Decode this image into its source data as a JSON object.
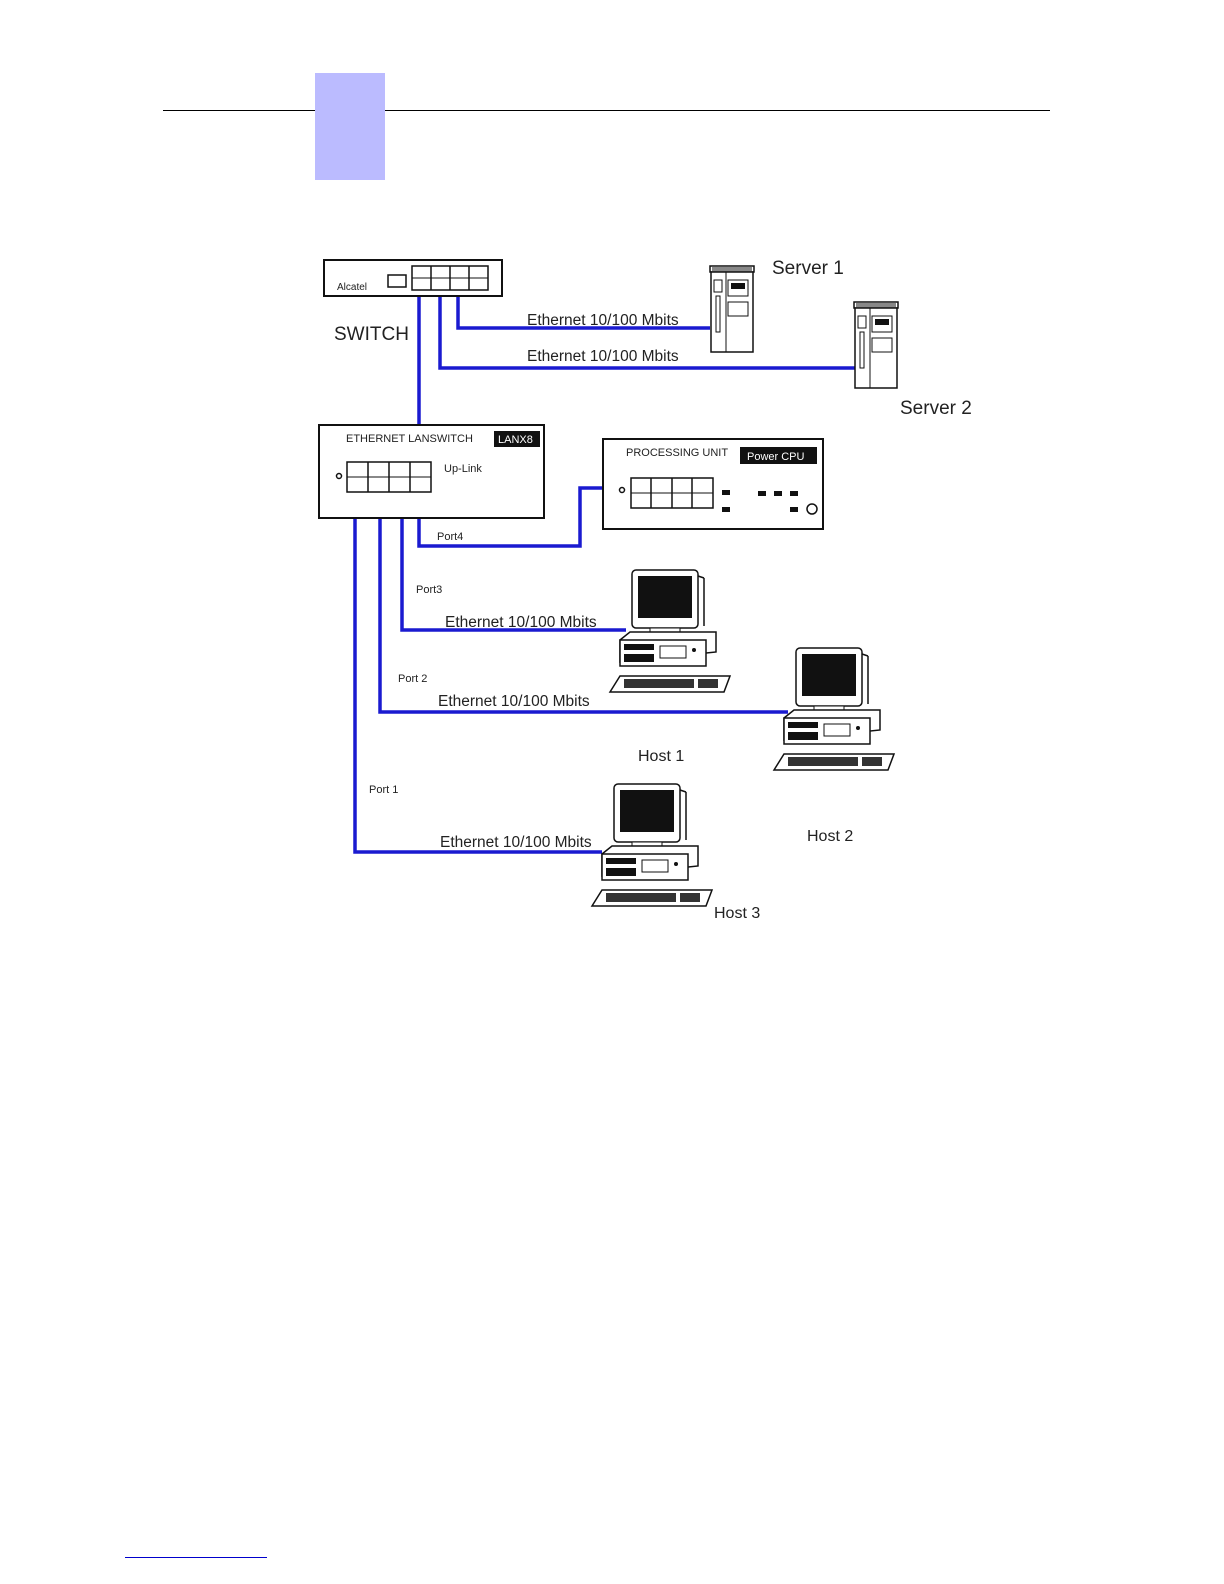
{
  "header": {
    "tab_color": "#bbbbff"
  },
  "diagram": {
    "switch": {
      "brand": "Alcatel",
      "label": "SWITCH"
    },
    "lanswitch": {
      "title": "ETHERNET LANSWITCH",
      "badge": "LANX8",
      "uplink": "Up-Link"
    },
    "processing_unit": {
      "title": "PROCESSING UNIT",
      "badge": "Power CPU"
    },
    "servers": [
      "Server 1",
      "Server 2"
    ],
    "hosts": [
      "Host 1",
      "Host 2",
      "Host 3"
    ],
    "ports": [
      "Port 1",
      "Port 2",
      "Port3",
      "Port4"
    ],
    "link_label": "Ethernet 10/100 Mbits",
    "cable_color": "#1a1ad0"
  }
}
